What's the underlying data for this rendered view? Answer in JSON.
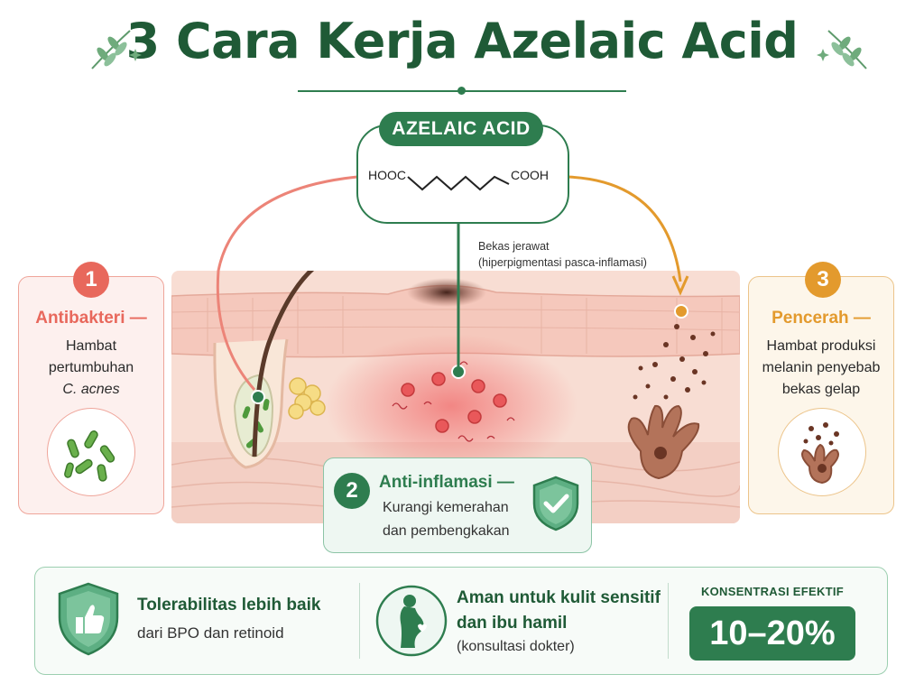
{
  "title": "3 Cara Kerja Azelaic Acid",
  "molecule": {
    "label": "AZELAIC ACID",
    "left_group": "HOOC",
    "right_group": "COOH"
  },
  "annotation": {
    "line1": "Bekas jerawat",
    "line2": "(hiperpigmentasi pasca-inflamasi)"
  },
  "mechanisms": [
    {
      "number": "1",
      "title": "Antibakteri —",
      "lines": [
        "Hambat",
        "pertumbuhan",
        "C. acnes"
      ],
      "icon": "bacteria-icon",
      "color": "#e8685c"
    },
    {
      "number": "2",
      "title": "Anti-inflamasi —",
      "lines": [
        "Kurangi kemerahan",
        "dan pembengkakan"
      ],
      "icon": "shield-check-icon",
      "color": "#2e7d4f"
    },
    {
      "number": "3",
      "title": "Pencerah —",
      "lines": [
        "Hambat produksi",
        "melanin penyebab",
        "bekas gelap"
      ],
      "icon": "melanocyte-icon",
      "color": "#e39a2d"
    }
  ],
  "features": [
    {
      "icon": "thumbs-up-shield-icon",
      "title": "Tolerabilitas lebih baik",
      "text": "dari BPO dan retinoid"
    },
    {
      "icon": "pregnant-woman-icon",
      "title_line1": "Aman untuk kulit sensitif",
      "title_line2": "dan ibu hamil",
      "text": "(konsultasi dokter)"
    }
  ],
  "concentration": {
    "label": "KONSENTRASI EFEKTIF",
    "value": "10–20%"
  },
  "colors": {
    "brand_green": "#2e7d4f",
    "title_green": "#1f5a36",
    "antibacterial_red": "#e8685c",
    "brightening_orange": "#e39a2d"
  }
}
